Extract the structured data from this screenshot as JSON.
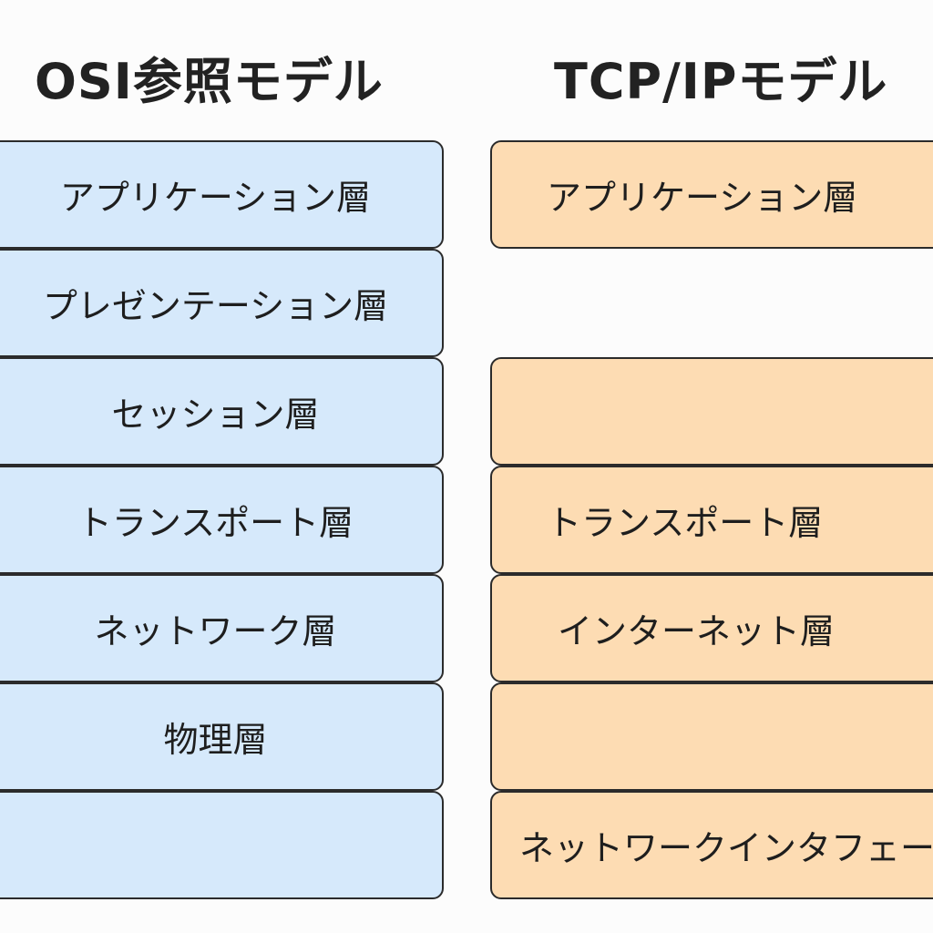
{
  "osi": {
    "title": "OSI参照モデル",
    "layers": [
      {
        "label": "アプリケーション層"
      },
      {
        "label": "プレゼンテーション層"
      },
      {
        "label": "セッション層"
      },
      {
        "label": "トランスポート層"
      },
      {
        "label": "ネットワーク層"
      },
      {
        "label": "物理層"
      },
      {
        "label": ""
      }
    ]
  },
  "tcpip": {
    "title": "TCP/IPモデル",
    "layers": [
      {
        "label": "アプリケーション層"
      },
      {
        "label": ""
      },
      {
        "label": "トランスポート層"
      },
      {
        "label": "インターネット層"
      },
      {
        "label": ""
      },
      {
        "label": "ネットワークインタフェース層"
      }
    ]
  },
  "colors": {
    "osi_fill": "#d6e9fb",
    "tcpip_fill": "#fddcb3",
    "border": "#2b2b2b"
  }
}
